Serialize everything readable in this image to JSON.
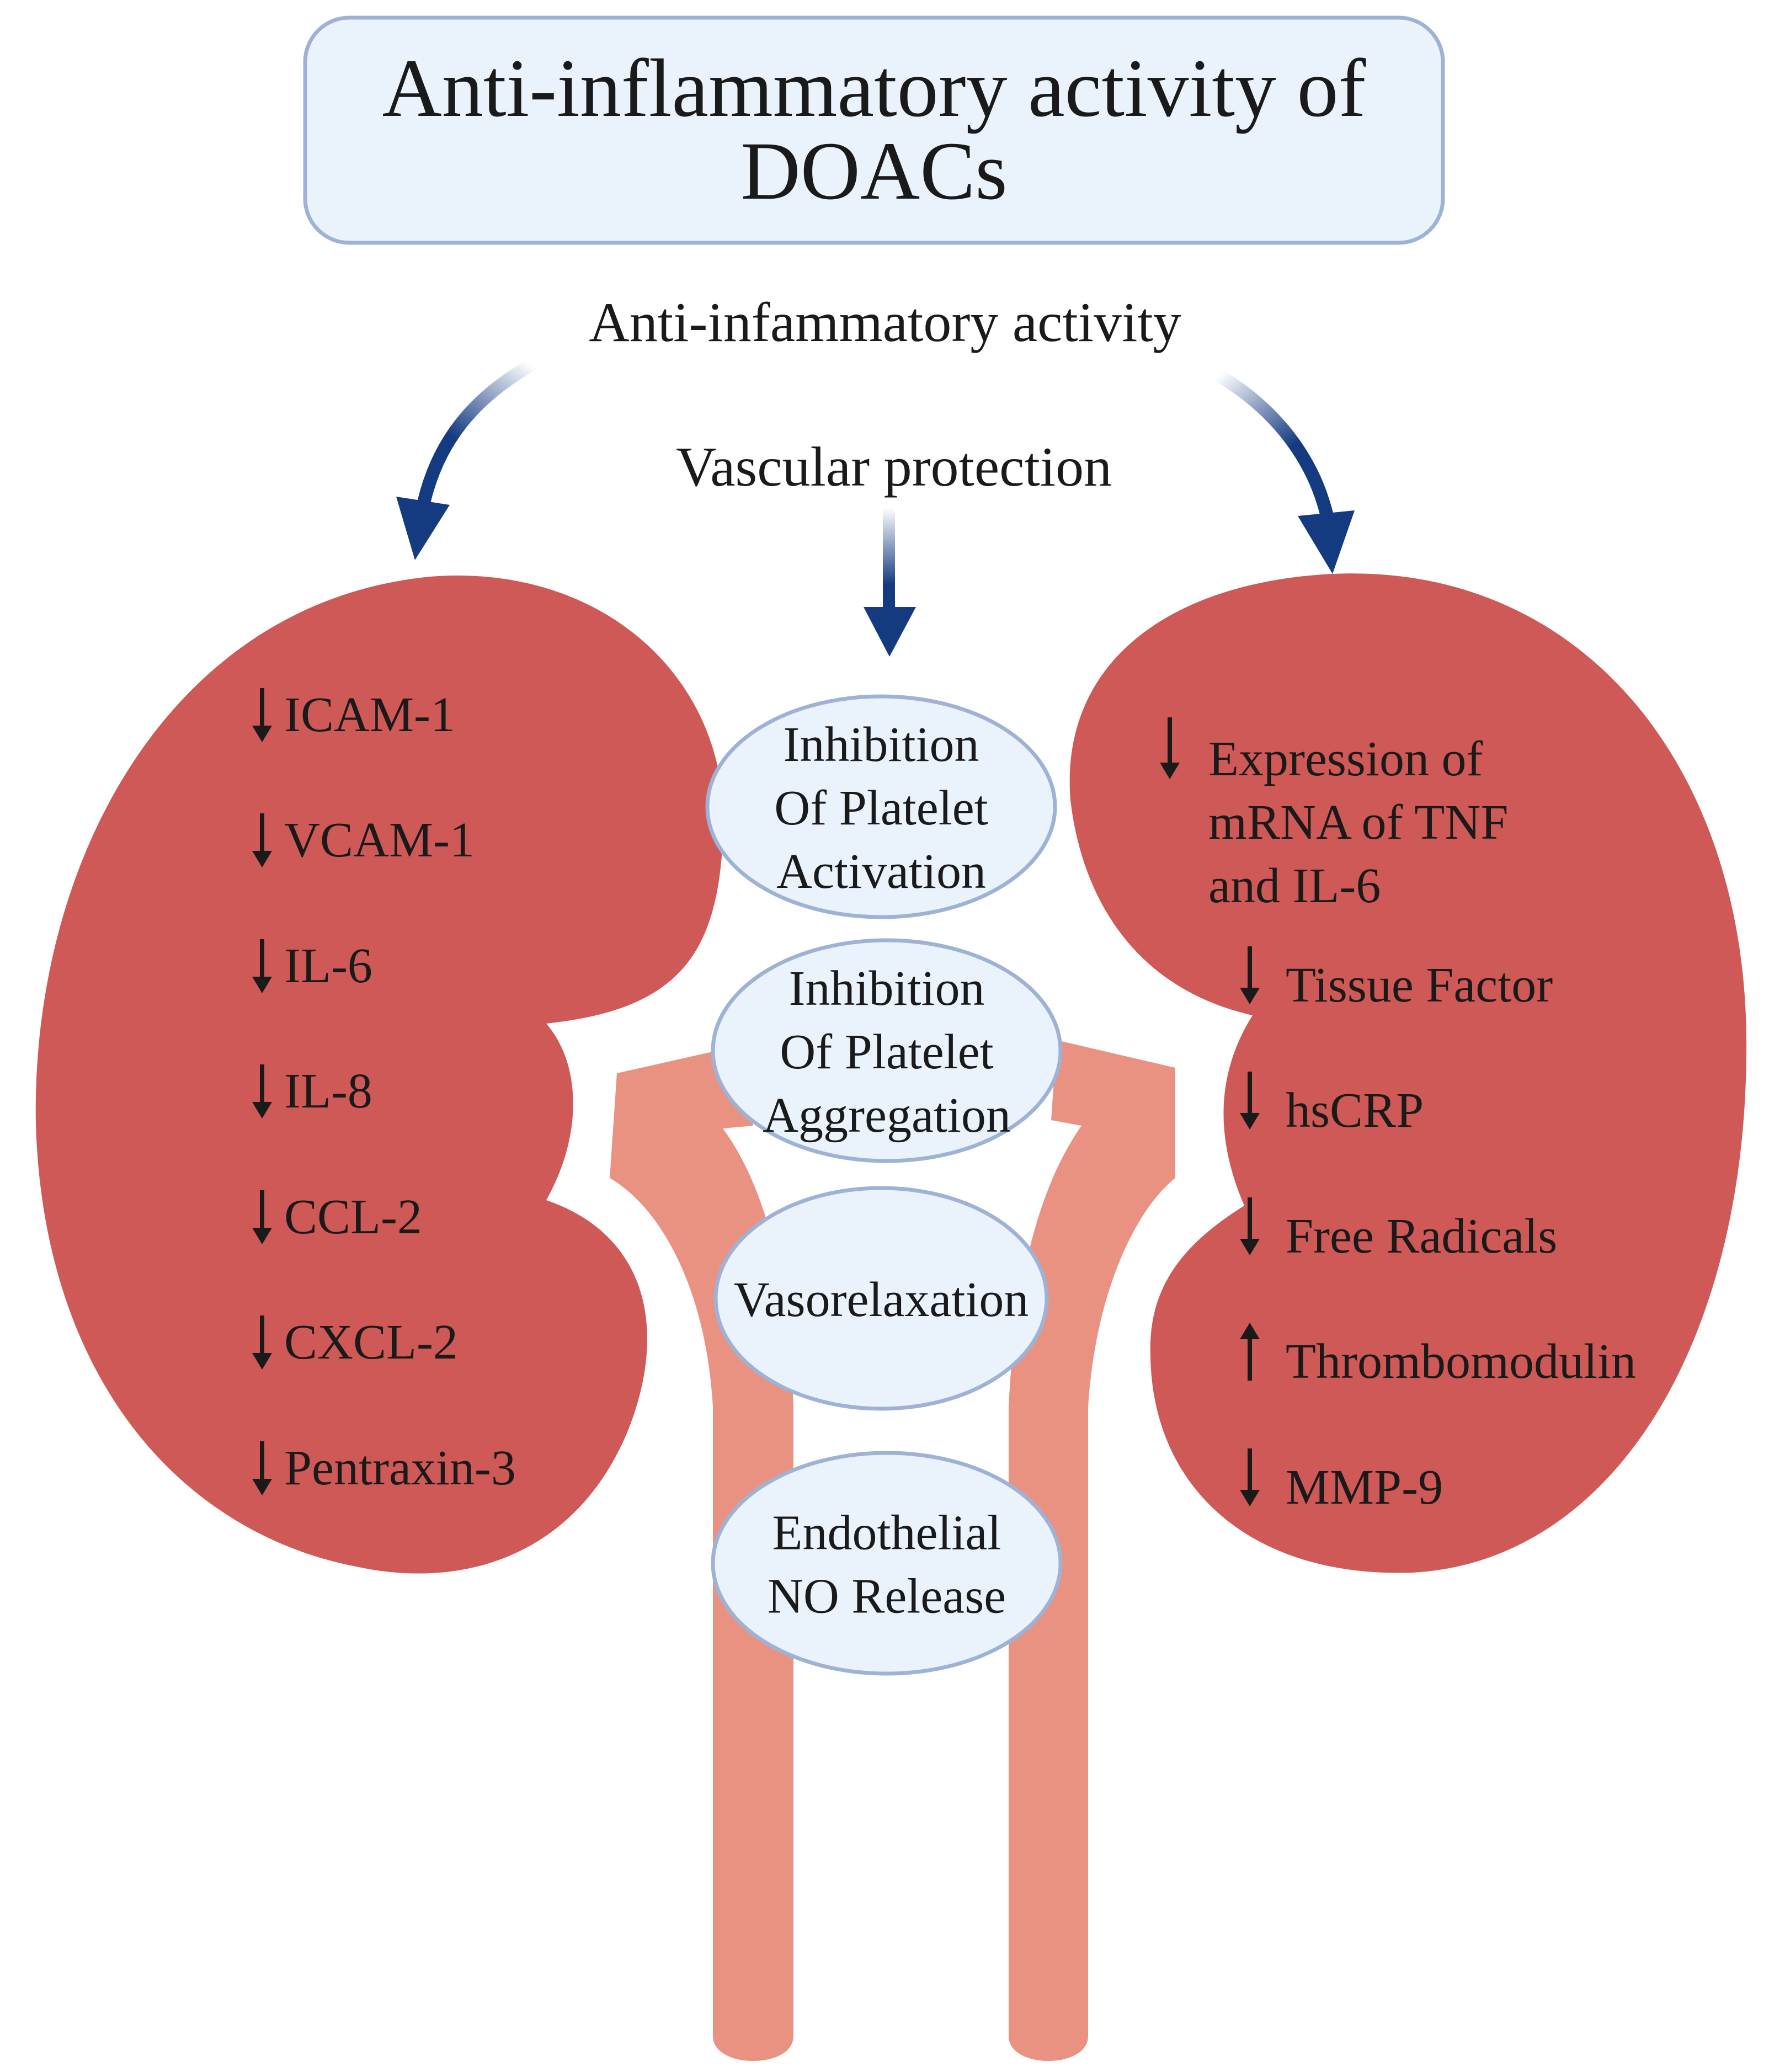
{
  "title": {
    "line1": "Anti-inflammatory activity of",
    "line2": "DOACs"
  },
  "anti_inflammatory_label": "Anti-infammatory activity",
  "vascular_label": "Vascular protection",
  "left_kidney": {
    "items": [
      {
        "arrow": "down",
        "label": "ICAM-1"
      },
      {
        "arrow": "down",
        "label": "VCAM-1"
      },
      {
        "arrow": "down",
        "label": "IL-6"
      },
      {
        "arrow": "down",
        "label": "IL-8"
      },
      {
        "arrow": "down",
        "label": "CCL-2"
      },
      {
        "arrow": "down",
        "label": "CXCL-2"
      },
      {
        "arrow": "down",
        "label": "Pentraxin-3"
      }
    ]
  },
  "right_kidney": {
    "expression": {
      "arrow": "down",
      "lines": [
        "Expression of",
        "mRNA of TNF",
        "and IL-6"
      ]
    },
    "items": [
      {
        "arrow": "down",
        "label": "Tissue Factor"
      },
      {
        "arrow": "down",
        "label": "hsCRP"
      },
      {
        "arrow": "down",
        "label": "Free Radicals"
      },
      {
        "arrow": "up",
        "label": "Thrombomodulin"
      },
      {
        "arrow": "down",
        "label": "MMP-9"
      }
    ]
  },
  "ovals": [
    {
      "lines": [
        "Inhibition",
        "Of Platelet",
        "Activation"
      ]
    },
    {
      "lines": [
        "Inhibition",
        "Of Platelet",
        "Aggregation"
      ]
    },
    {
      "lines": [
        "Vasorelaxation"
      ]
    },
    {
      "lines": [
        "Endothelial",
        "NO Release"
      ]
    }
  ],
  "colors": {
    "kidney": "#cf5957",
    "vessel": "#ea9282",
    "arrow": "#143a80",
    "box_fill": "#eaf2fc",
    "box_stroke": "#9db2d5",
    "oval_fill": "#eaf2fc",
    "oval_stroke": "#9db2d5",
    "text": "#1a1a1a"
  }
}
